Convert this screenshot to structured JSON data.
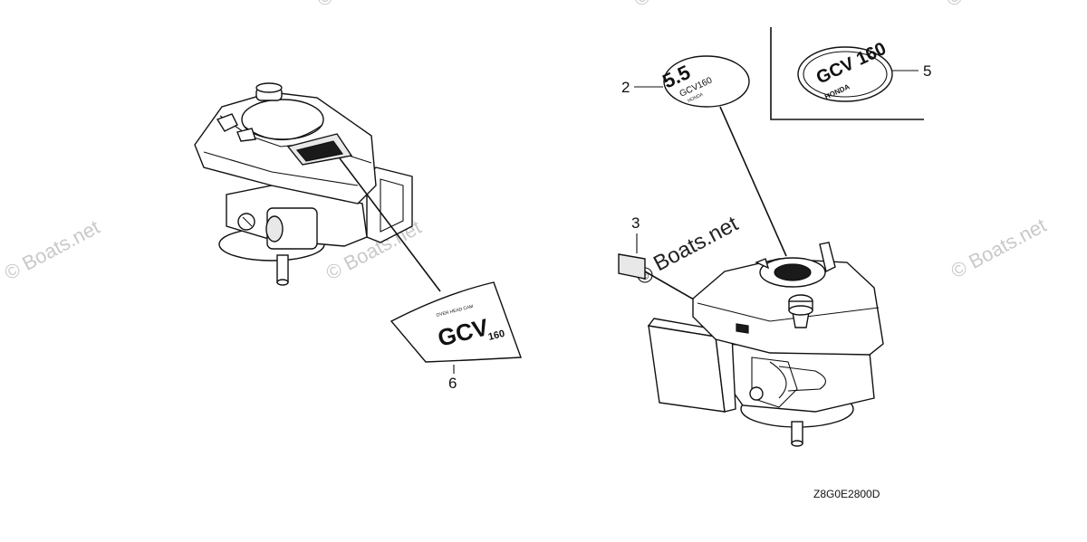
{
  "watermark": {
    "text": "© Boats.net",
    "main_text": "Boats.net"
  },
  "callouts": [
    {
      "id": "2",
      "text": "2"
    },
    {
      "id": "3",
      "text": "3"
    },
    {
      "id": "5",
      "text": "5"
    },
    {
      "id": "6",
      "text": "6"
    }
  ],
  "diagram_code": "Z8G0E2800D",
  "emblem_2": {
    "brand": "HONDA",
    "model": "GCV160",
    "hp": "5.5"
  },
  "emblem_5": {
    "brand": "HONDA",
    "model": "GCV 160"
  },
  "label_6": {
    "line1": "OVER HEAD CAM",
    "model": "GCV",
    "number": "160"
  }
}
